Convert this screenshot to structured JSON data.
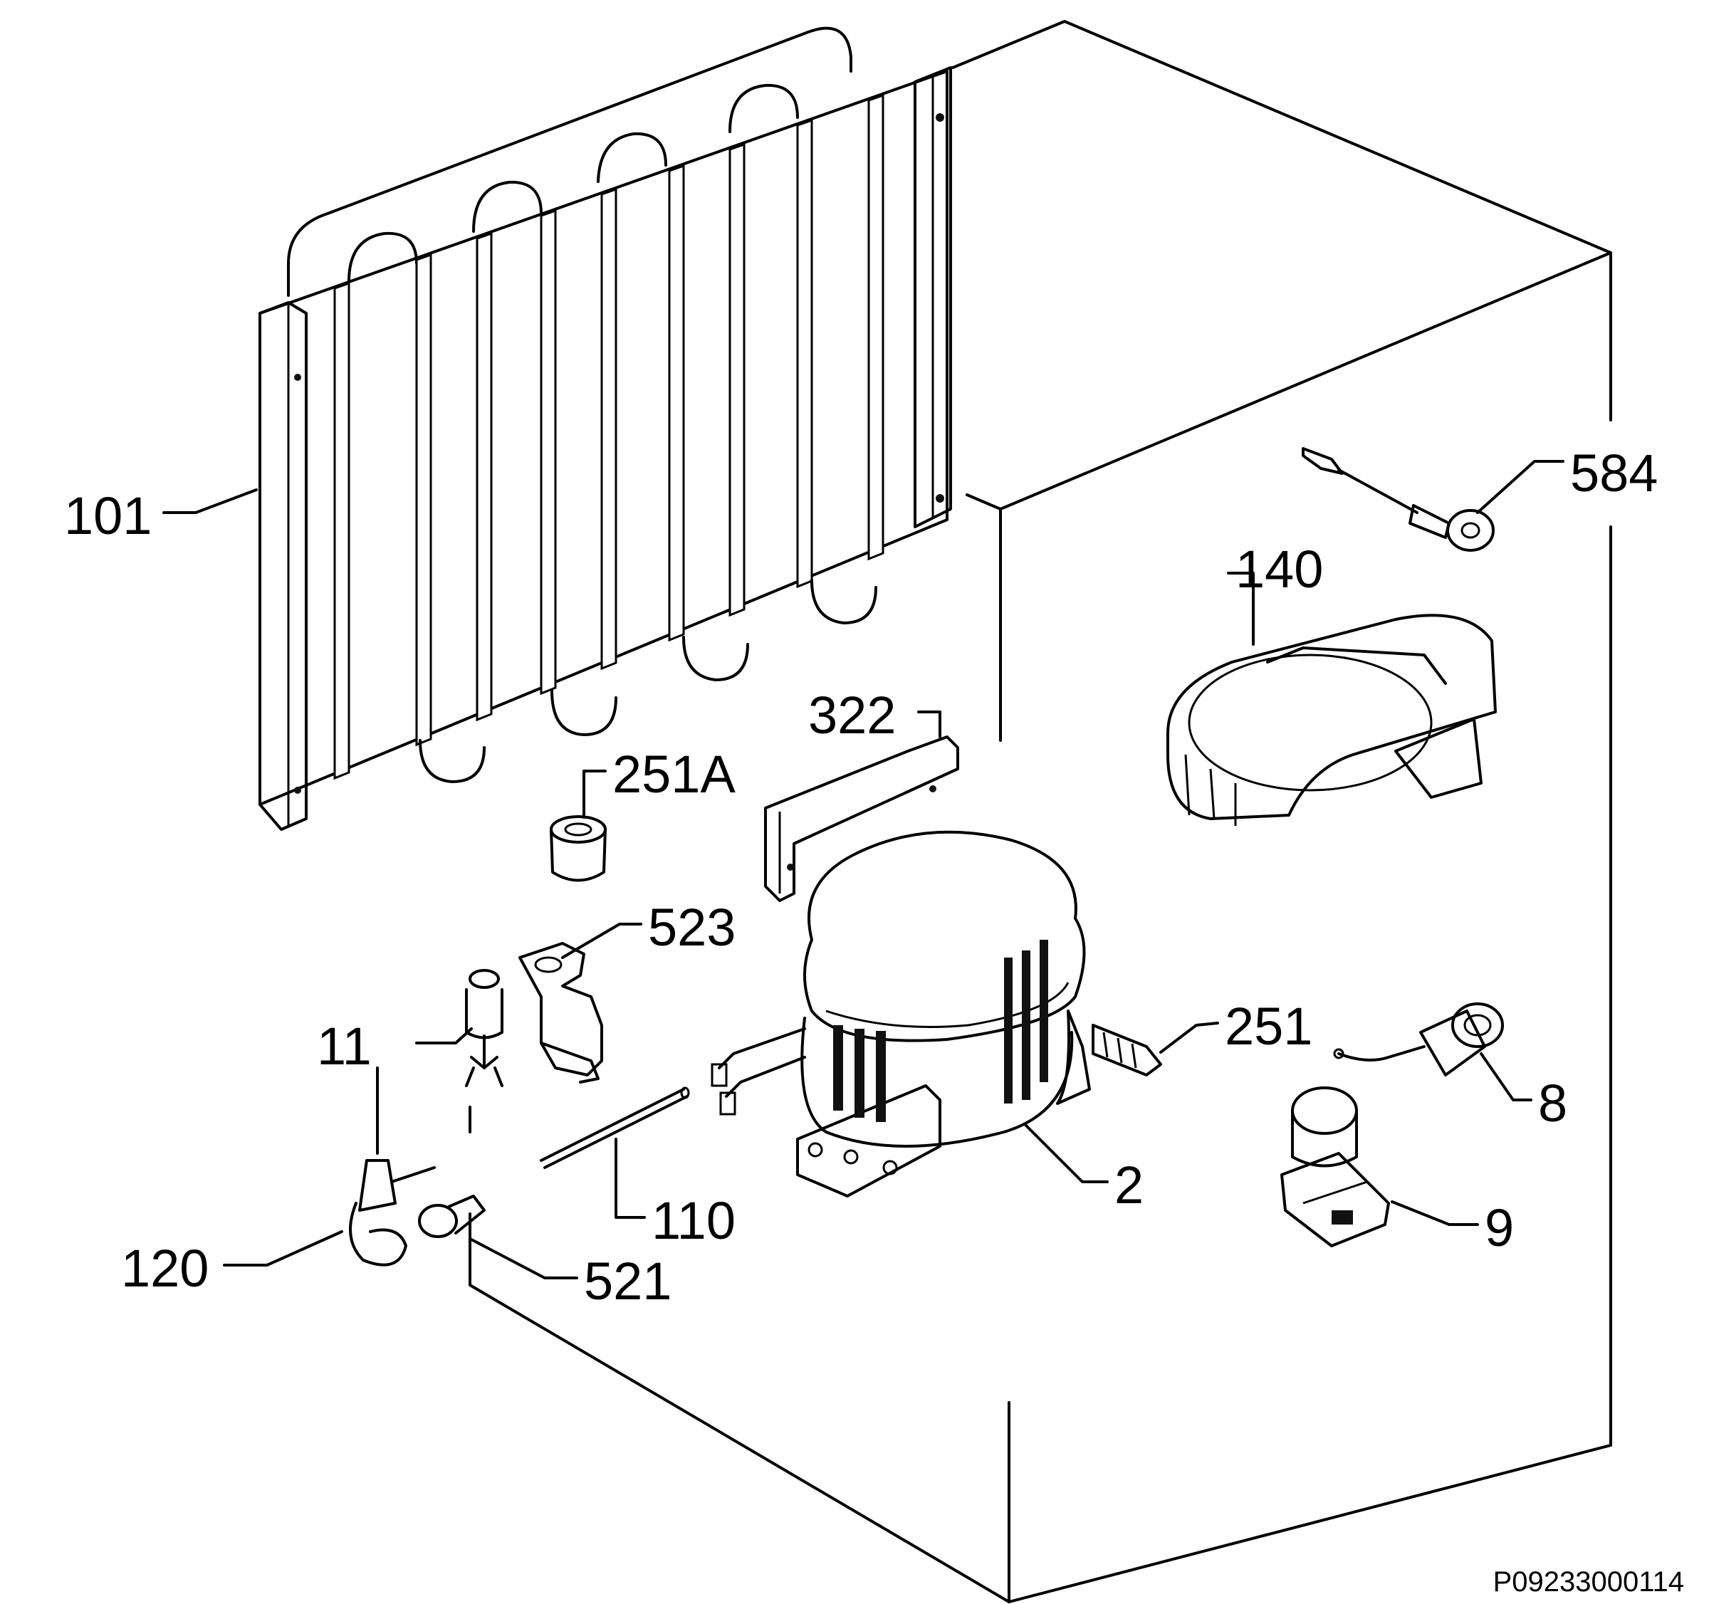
{
  "labels": {
    "l101": "101",
    "l584": "584",
    "l140": "140",
    "l322": "322",
    "l251A": "251A",
    "l523": "523",
    "l11": "11",
    "l251": "251",
    "l8": "8",
    "l2": "2",
    "l110": "110",
    "l9": "9",
    "l120": "120",
    "l521": "521"
  },
  "drawing_reference": "P09233000114"
}
